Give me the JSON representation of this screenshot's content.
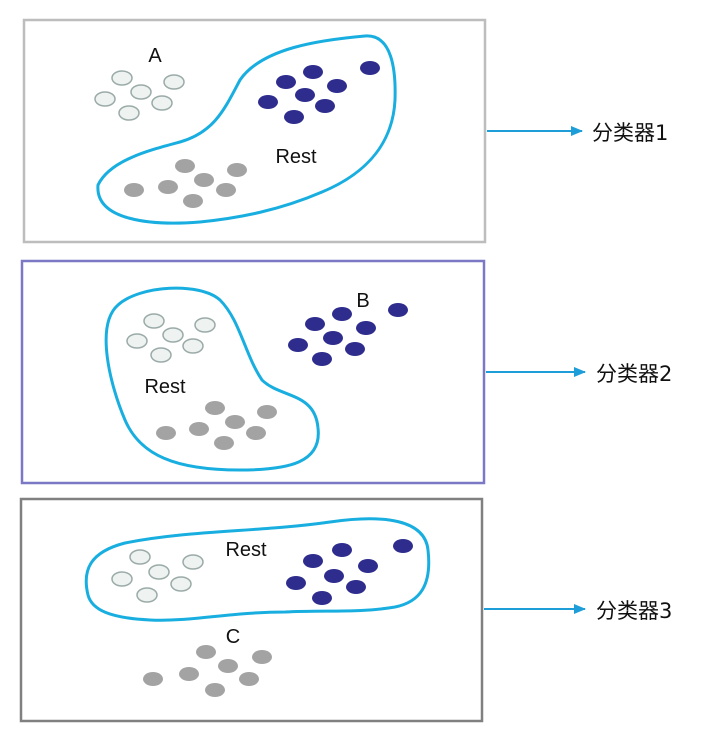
{
  "colors": {
    "light_dot_fill": "#eef3f2",
    "light_dot_stroke": "#9aaba8",
    "gray_dot_fill": "#a3a3a3",
    "blue_dot_fill": "#2e2d8e",
    "outline_blue": "#19aee0",
    "arrow_blue": "#1e9ed9",
    "box1_border": "#bdbdbd",
    "box2_border": "#7b79c6",
    "box3_border": "#808080"
  },
  "panels": [
    {
      "class_label": "A",
      "rest_label": "Rest",
      "output_label": "分类器1"
    },
    {
      "class_label": "B",
      "rest_label": "Rest",
      "output_label": "分类器2"
    },
    {
      "class_label": "C",
      "rest_label": "Rest",
      "output_label": "分类器3"
    }
  ]
}
